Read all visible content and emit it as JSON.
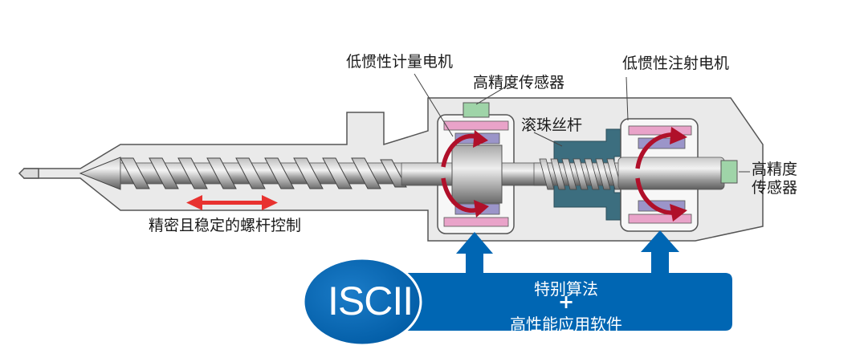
{
  "labels": {
    "metering_motor": "低惯性计量电机",
    "high_precision_sensor_top": "高精度传感器",
    "ball_screw": "滚珠丝杆",
    "injection_motor": "低惯性注射电机",
    "high_precision_sensor_right_line1": "高精度",
    "high_precision_sensor_right_line2": "传感器",
    "screw_control": "精密且稳定的螺杆控制"
  },
  "banner": {
    "logo": "ISCII",
    "line1": "特别算法",
    "plus": "+",
    "line2": "高性能应用软件"
  },
  "colors": {
    "blue": "#0066b3",
    "red_arrow": "#e8322f",
    "dark_red": "#b0102a",
    "pink": "#e9a3c9",
    "purple": "#9b95c9",
    "green": "#9fd4a8",
    "teal": "#3c6e7f",
    "casing": "#e9e9e9"
  }
}
